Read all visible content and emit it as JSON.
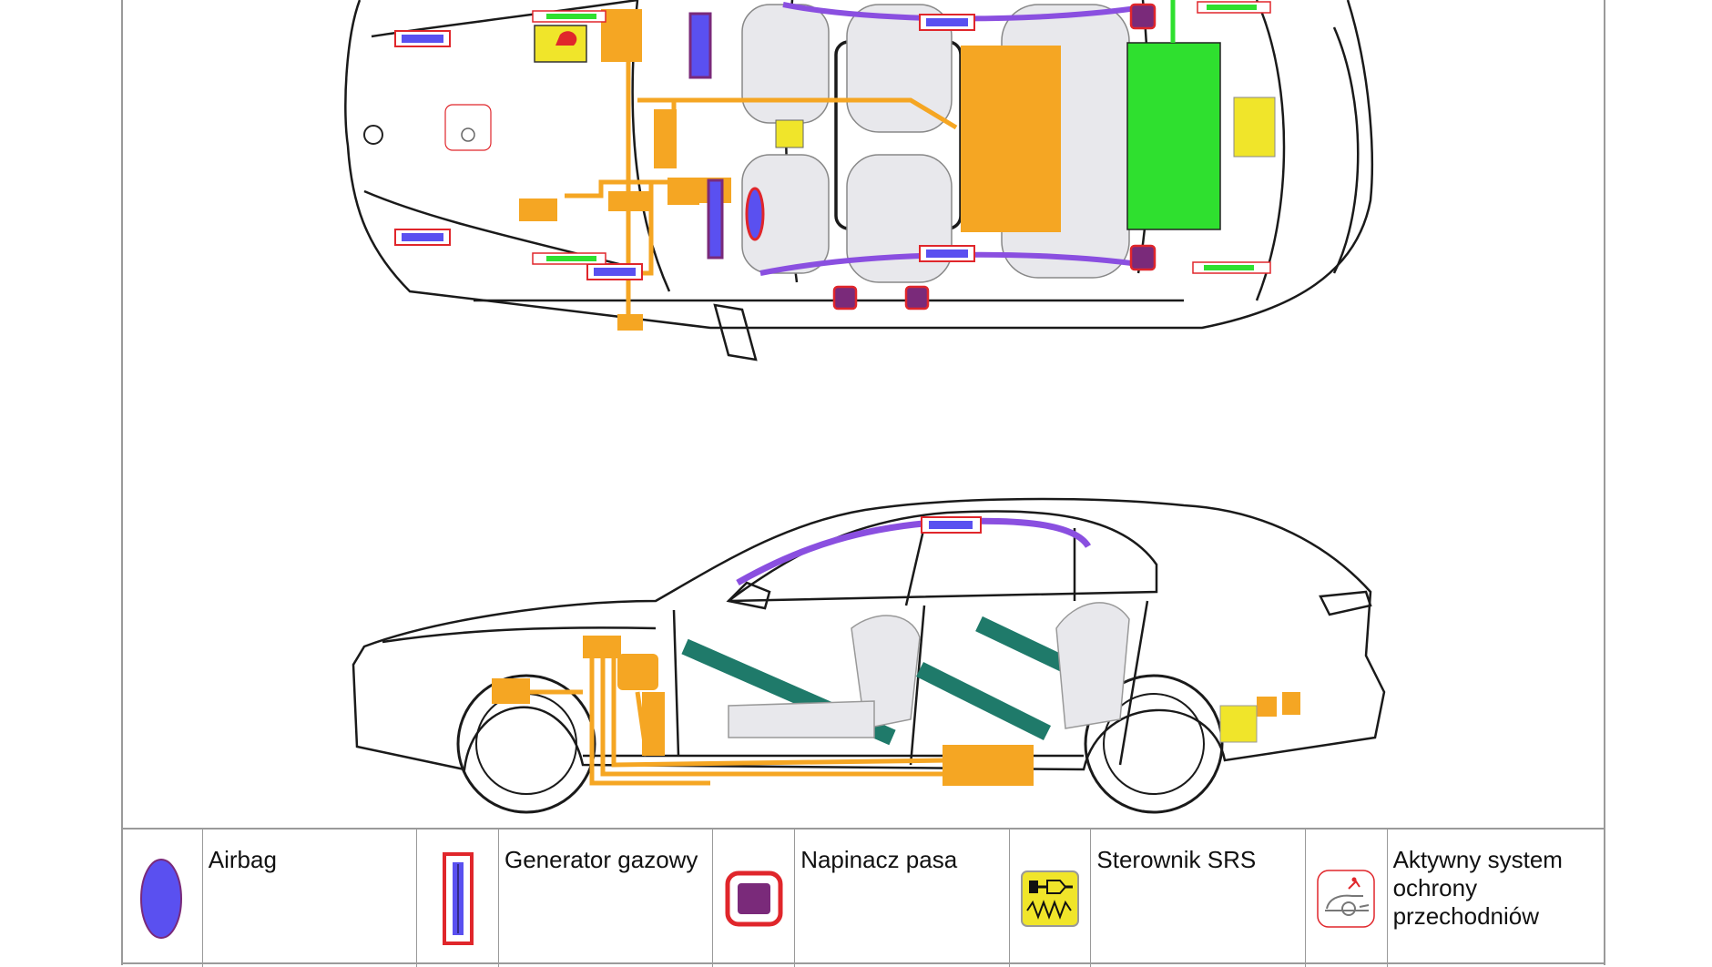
{
  "legend": {
    "items": [
      {
        "label": "Airbag",
        "icon": "airbag-icon"
      },
      {
        "label": "Generator gazowy",
        "icon": "gas-generator-icon"
      },
      {
        "label": "Napinacz pasa",
        "icon": "belt-tensioner-icon"
      },
      {
        "label": "Sterownik SRS",
        "icon": "srs-controller-icon"
      },
      {
        "label": "Aktywny system ochrony przechodniów",
        "icon": "pedestrian-protection-icon"
      }
    ]
  },
  "colors": {
    "airbag": "#5a50f0",
    "outline_red": "#e0262b",
    "belt_tensioner": "#7a2a7a",
    "srs": "#f0e52a",
    "cable": "#f5a623",
    "battery": "#2fe02f",
    "curtain": "#8a4fe0",
    "side_bar": "#1f7a6a"
  }
}
